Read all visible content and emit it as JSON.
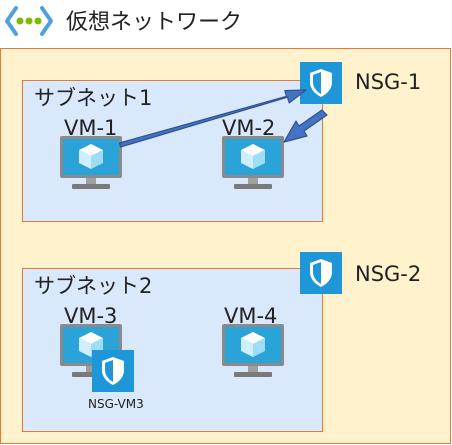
{
  "vnet": {
    "title": "仮想ネットワーク",
    "icon": "virtual-network-icon"
  },
  "subnets": [
    {
      "label": "サブネット1"
    },
    {
      "label": "サブネット2"
    }
  ],
  "vms": [
    {
      "label": "VM-1"
    },
    {
      "label": "VM-2"
    },
    {
      "label": "VM-3"
    },
    {
      "label": "VM-4"
    }
  ],
  "nsgs": [
    {
      "label": "NSG-1"
    },
    {
      "label": "NSG-2"
    },
    {
      "label": "NSG-VM3"
    }
  ],
  "colors": {
    "vnet_fill": "#fff2cc",
    "border": "#e07b39",
    "subnet_fill": "#dae8fc",
    "nsg_blue": "#1e96d8",
    "arrow_fill": "#4472c4",
    "arrow_stroke": "#2f528f",
    "vnet_icon_green": "#7fba00",
    "vnet_icon_blue": "#50a0e0"
  }
}
